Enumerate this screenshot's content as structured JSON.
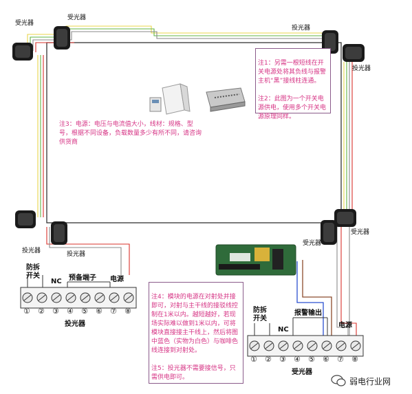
{
  "sensors": {
    "receiver_label": "受光器",
    "transmitter_label": "投光器"
  },
  "notes": {
    "note1": "注1：另需一根短线在开关电源处将其负线与报警主机“黑”接线柱连通。",
    "note2": "注2：此图为一个开关电源供电，使用多个开关电源原理同样。",
    "note3": "注3：电源：电压与电流值大小，线材：规格、型号，根据不同设备，负载数量多少有所不同，请咨询供货商",
    "note4": "注4：模块的电源在对射处并接即可，对射与主干线的接驳线控制在1米以内。越短越好，若现场实际难以做到1米以内，可将模块直接接主干线上，然后将图中蓝色（实物为白色）与咖啡色线连接到对射处。",
    "note5": "注5：投光器不需要接信号，只需供电即可。"
  },
  "left_block": {
    "title": "投光器",
    "tamper": "防拆\n开关",
    "nc": "NC",
    "reserved": "预备端子",
    "power": "电源",
    "terminals": [
      "①",
      "②",
      "③",
      "④",
      "⑤",
      "⑥",
      "⑦",
      "⑧"
    ]
  },
  "right_block": {
    "title": "受光器",
    "tamper": "防拆\n开关",
    "nc": "NC",
    "alarm_out": "报警输出",
    "power": "电源",
    "terminals": [
      "①",
      "②",
      "③",
      "④",
      "⑤",
      "⑥",
      "⑦",
      "⑧"
    ]
  },
  "watermark": "弱电行业网",
  "colors": {
    "wire_red": "#d9302a",
    "wire_yellow": "#e8d44a",
    "wire_green": "#62b544",
    "wire_grey": "#8a8a8a",
    "wire_blue": "#2a4fd0",
    "wire_brown": "#8b4a2b",
    "note_text": "#d63384"
  }
}
